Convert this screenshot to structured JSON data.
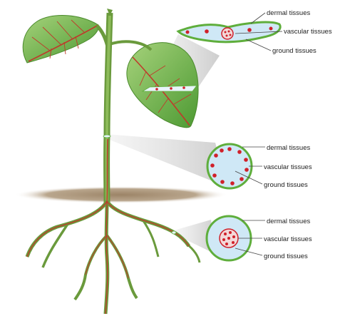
{
  "colors": {
    "leaf": "#7cbf55",
    "leaf_vein": "#c0392b",
    "stem": "#6a9a3c",
    "vascular_red": "#d0202a",
    "section_fill": "#cfe8f6",
    "section_border": "#5fae3c",
    "soil": "#a89278",
    "pointer_line": "#444444"
  },
  "sections": [
    {
      "id": "leaf-section",
      "labels": {
        "dermal": "dermal tissues",
        "vascular": "vascular tissues",
        "ground": "ground tissues"
      }
    },
    {
      "id": "stem-section",
      "labels": {
        "dermal": "dermal tissues",
        "vascular": "vascular tissues",
        "ground": "ground tissues"
      }
    },
    {
      "id": "root-section",
      "labels": {
        "dermal": "dermal tissues",
        "vascular": "vascular tissues",
        "ground": "ground tissues"
      }
    }
  ]
}
